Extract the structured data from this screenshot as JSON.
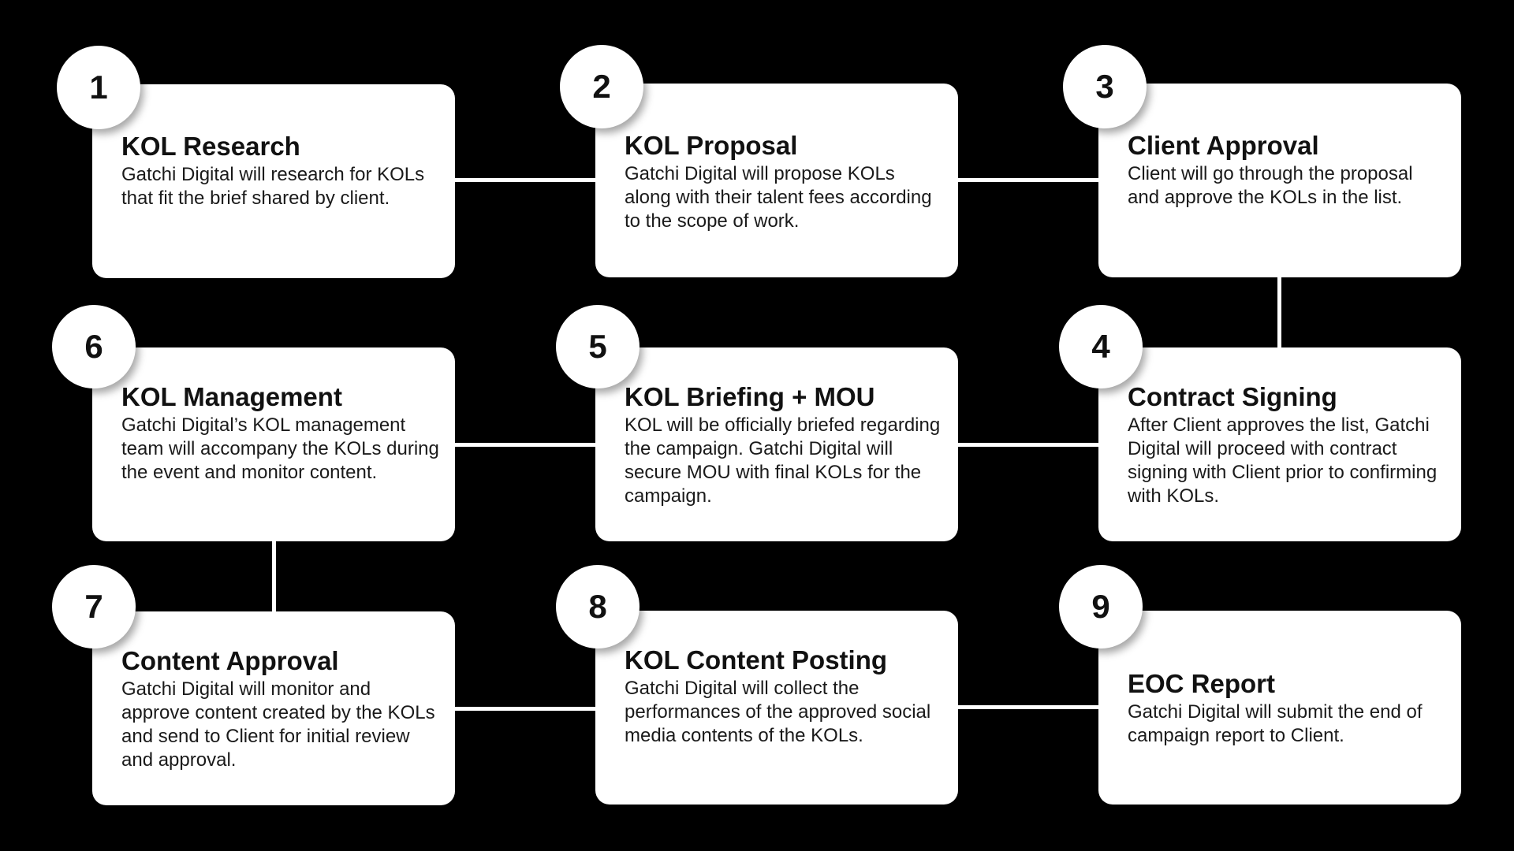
{
  "background_color": "#000000",
  "card_color": "#ffffff",
  "steps": [
    {
      "number": "1",
      "title": "KOL Research",
      "description": "Gatchi Digital will research for KOLs that fit the brief shared by client."
    },
    {
      "number": "2",
      "title": "KOL Proposal",
      "description": "Gatchi Digital will propose KOLs along with their talent fees according to the scope of work."
    },
    {
      "number": "3",
      "title": "Client Approval",
      "description": "Client will go through the proposal and approve the KOLs in the list."
    },
    {
      "number": "4",
      "title": "Contract Signing",
      "description": "After Client approves the list, Gatchi Digital will proceed with contract signing with Client prior to confirming with KOLs."
    },
    {
      "number": "5",
      "title": "KOL Briefing + MOU",
      "description": "KOL will be officially briefed regarding the campaign. Gatchi Digital will secure MOU with final KOLs for the campaign."
    },
    {
      "number": "6",
      "title": "KOL Management",
      "description": "Gatchi Digital’s KOL management team will accompany the KOLs during the event and monitor content."
    },
    {
      "number": "7",
      "title": "Content Approval",
      "description": "Gatchi Digital will monitor and approve content created by the KOLs and send to Client for initial review and approval."
    },
    {
      "number": "8",
      "title": "KOL Content Posting",
      "description": "Gatchi Digital will collect the performances of the approved social media contents of the KOLs."
    },
    {
      "number": "9",
      "title": "EOC Report",
      "description": "Gatchi Digital will submit the end of campaign report to Client."
    }
  ]
}
